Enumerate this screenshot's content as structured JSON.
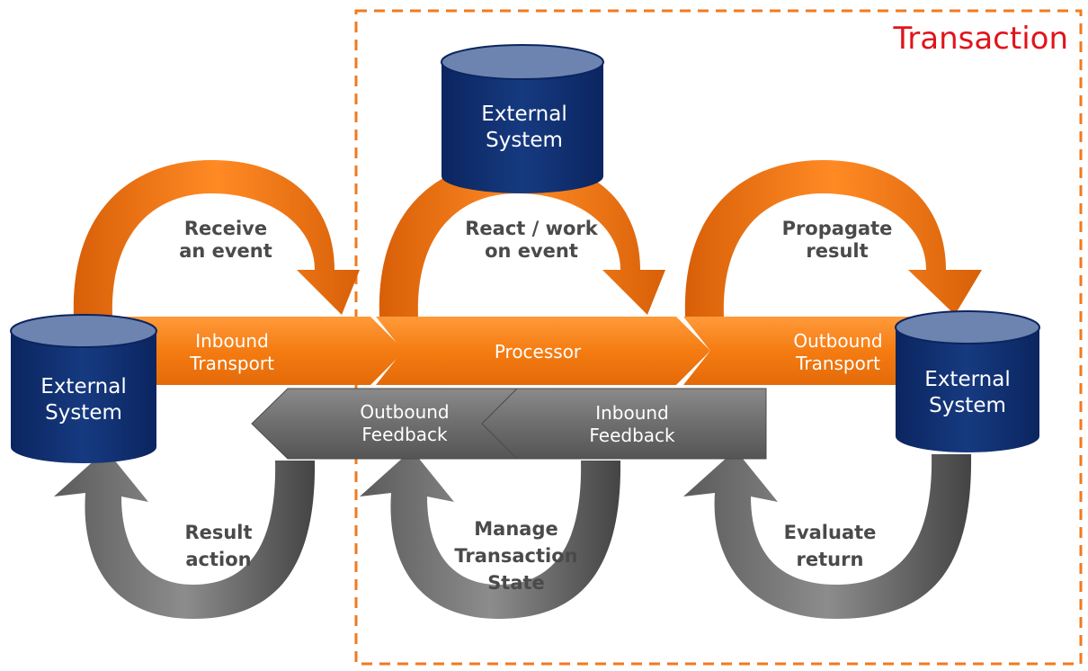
{
  "colors": {
    "transaction_border": "#f07a1f",
    "transaction_title": "#e0141c",
    "orange_flow": "#f57c12",
    "gray_flow": "#6b6b6b",
    "cylinder_body": "#0f2d6b",
    "cylinder_top": "#6d84b0"
  },
  "transaction": {
    "title": "Transaction"
  },
  "systems": [
    {
      "line1": "External",
      "line2": "System"
    },
    {
      "line1": "External",
      "line2": "System"
    },
    {
      "line1": "External",
      "line2": "System"
    }
  ],
  "transports": {
    "inbound": {
      "line1": "Inbound",
      "line2": "Transport"
    },
    "processor": {
      "label": "Processor"
    },
    "outbound": {
      "line1": "Outbound",
      "line2": "Transport"
    }
  },
  "feedback": {
    "outbound": {
      "line1": "Outbound",
      "line2": "Feedback"
    },
    "inbound": {
      "line1": "Inbound",
      "line2": "Feedback"
    }
  },
  "steps": {
    "receive": {
      "line1": "Receive",
      "line2": "an event"
    },
    "react": {
      "line1": "React / work",
      "line2": "on event"
    },
    "propagate": {
      "line1": "Propagate",
      "line2": "result"
    },
    "result_action": {
      "line1": "Result",
      "line2": "action"
    },
    "manage": {
      "line1": "Manage",
      "line2": "Transaction",
      "line3": "State"
    },
    "evaluate": {
      "line1": "Evaluate",
      "line2": "return"
    }
  }
}
